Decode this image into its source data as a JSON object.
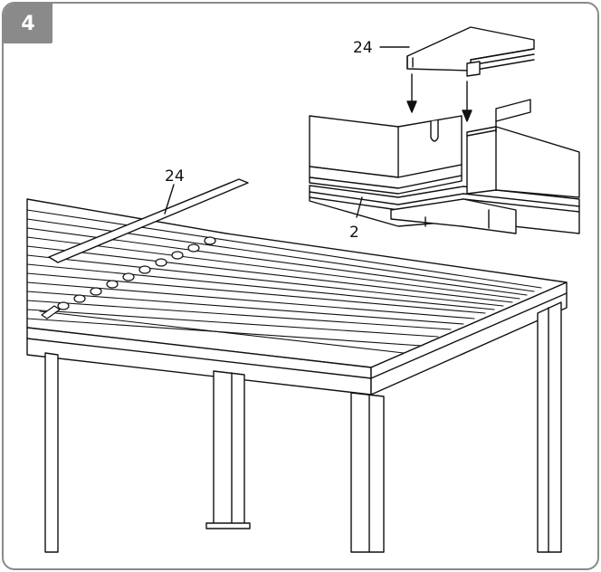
{
  "step": {
    "number": "4"
  },
  "callouts": {
    "top_right_profile": "24",
    "roof_profile": "24",
    "beam": "2"
  },
  "colors": {
    "frame": "#8a8a8a",
    "line": "#111111",
    "fill": "#ffffff",
    "shade": "#d9d9d9"
  }
}
